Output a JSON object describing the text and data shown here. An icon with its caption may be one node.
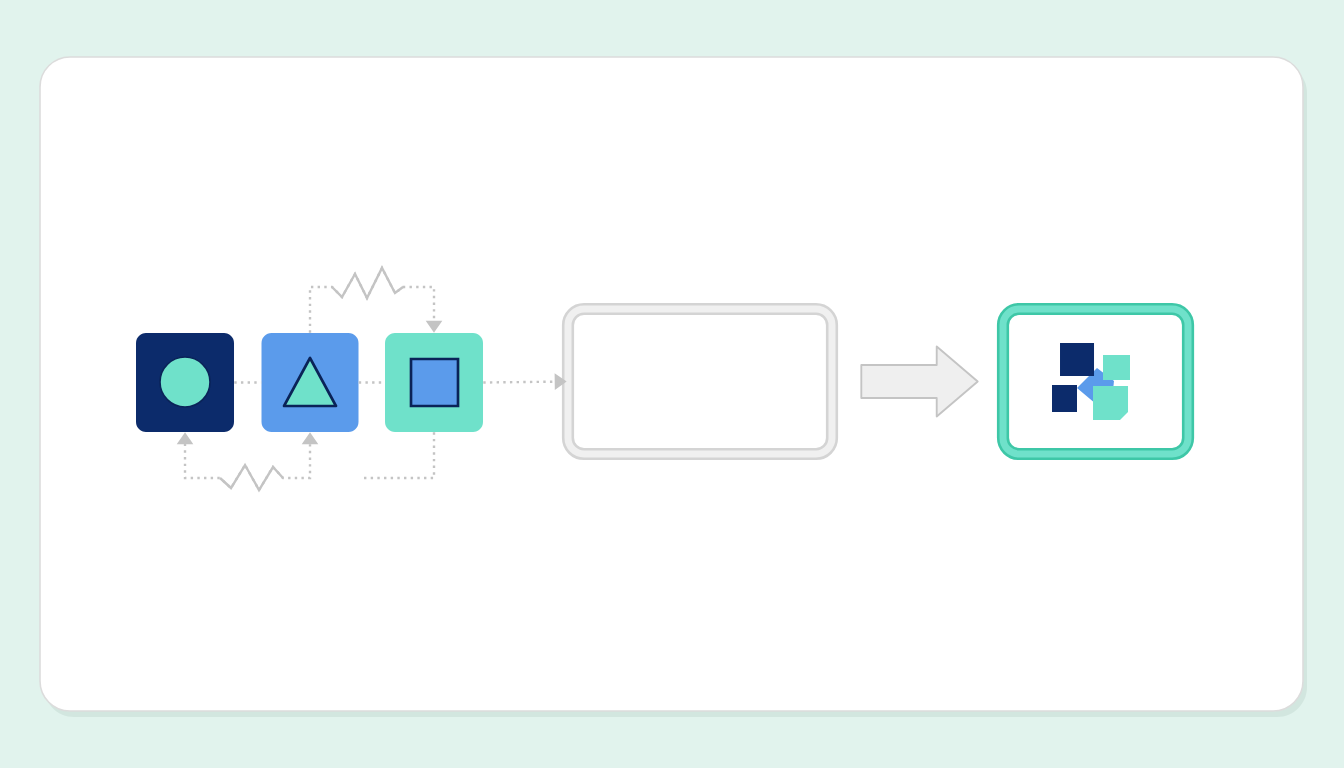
{
  "diagram": {
    "nodes": [
      {
        "text": [],
        "shape": "box"
      },
      {
        "text": [],
        "shape": "box"
      },
      {
        "text": [],
        "shape": "box"
      },
      {
        "text": [],
        "shape": "box"
      },
      {
        "text": [],
        "shape": "box"
      }
    ],
    "edges": [
      {
        "from": 0,
        "to": 1,
        "arrow": "none",
        "style": "dashed"
      },
      {
        "from": 1,
        "to": 2,
        "arrow": "none",
        "style": "dashed"
      },
      {
        "from": 2,
        "to": 3,
        "arrow": "to",
        "style": "dashed"
      },
      {
        "from": 1,
        "to": 2,
        "arrow": "to",
        "style": "dashed"
      },
      {
        "from": 0,
        "to": 1,
        "arrow": "both",
        "style": "dashed"
      },
      {
        "from": 2,
        "to": null,
        "arrow": "none",
        "style": "dashed"
      },
      {
        "from": 3,
        "to": 4,
        "arrow": "to",
        "style": "thick"
      }
    ]
  }
}
